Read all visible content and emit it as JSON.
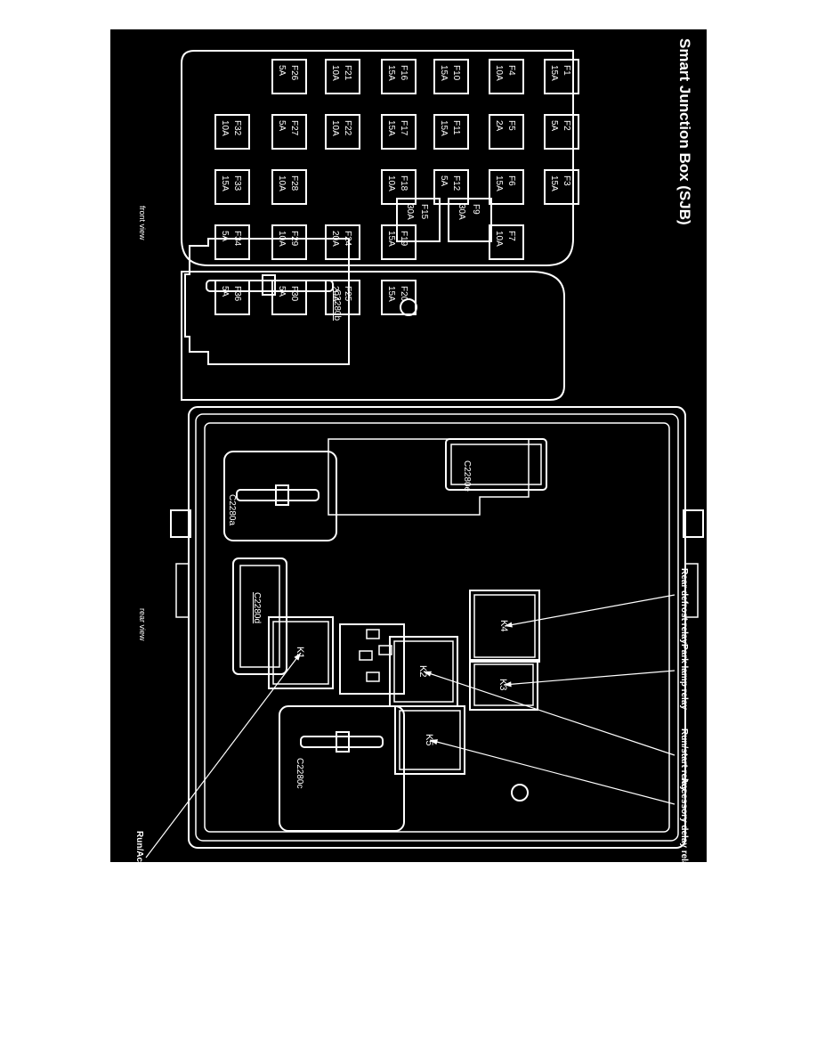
{
  "title": "Smart Junction Box (SJB)",
  "views": {
    "front": "front view",
    "rear": "rear view"
  },
  "fuses": [
    {
      "id": "F1",
      "rating": "15A"
    },
    {
      "id": "F2",
      "rating": "5A"
    },
    {
      "id": "F3",
      "rating": "15A"
    },
    {
      "id": "F4",
      "rating": "10A"
    },
    {
      "id": "F5",
      "rating": "2A"
    },
    {
      "id": "F6",
      "rating": "15A"
    },
    {
      "id": "F7",
      "rating": "10A"
    },
    {
      "id": "F9",
      "rating": "30A"
    },
    {
      "id": "F10",
      "rating": "15A"
    },
    {
      "id": "F11",
      "rating": "15A"
    },
    {
      "id": "F12",
      "rating": "5A"
    },
    {
      "id": "F15",
      "rating": "30A"
    },
    {
      "id": "F16",
      "rating": "15A"
    },
    {
      "id": "F17",
      "rating": "15A"
    },
    {
      "id": "F18",
      "rating": "10A"
    },
    {
      "id": "F19",
      "rating": "15A"
    },
    {
      "id": "F20",
      "rating": "15A"
    },
    {
      "id": "F21",
      "rating": "10A"
    },
    {
      "id": "F22",
      "rating": "10A"
    },
    {
      "id": "F24",
      "rating": "20A"
    },
    {
      "id": "F25",
      "rating": "20A"
    },
    {
      "id": "F26",
      "rating": "5A"
    },
    {
      "id": "F27",
      "rating": "5A"
    },
    {
      "id": "F28",
      "rating": "10A"
    },
    {
      "id": "F29",
      "rating": "10A"
    },
    {
      "id": "F30",
      "rating": "5A"
    },
    {
      "id": "F32",
      "rating": "10A"
    },
    {
      "id": "F33",
      "rating": "15A"
    },
    {
      "id": "F34",
      "rating": "5A"
    },
    {
      "id": "F36",
      "rating": "5A"
    }
  ],
  "connectors": [
    "C2280b",
    "C2280a",
    "C2280d",
    "C2280c",
    "C2280e"
  ],
  "relays": [
    "K1",
    "K2",
    "K3",
    "K4",
    "K5"
  ],
  "callouts": [
    {
      "text": "Rear defrost relay",
      "relay": "K4"
    },
    {
      "text": "Park lamp relay",
      "relay": "K3"
    },
    {
      "text": "Run/start relay",
      "relay": "K2"
    },
    {
      "text": "Accessory delay relay",
      "relay": "K5"
    },
    {
      "text": "Run/Accessory relay",
      "relay": "K1"
    }
  ]
}
